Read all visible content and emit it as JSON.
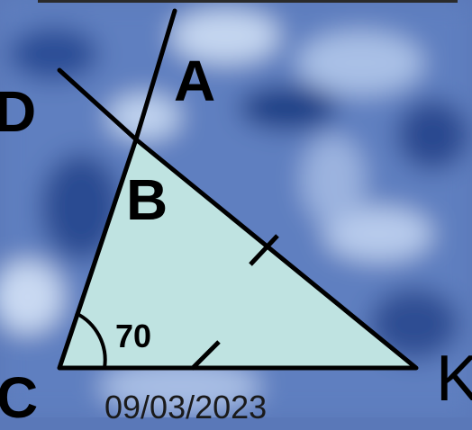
{
  "labels": {
    "a": "A",
    "b": "B",
    "c": "C",
    "d": "D",
    "k": "K",
    "angle": "70"
  },
  "footer": {
    "date": "09/03/2023"
  },
  "colors": {
    "background": "#5a78b8",
    "triangle_fill": "#bfe3e1",
    "stroke": "#000000"
  }
}
